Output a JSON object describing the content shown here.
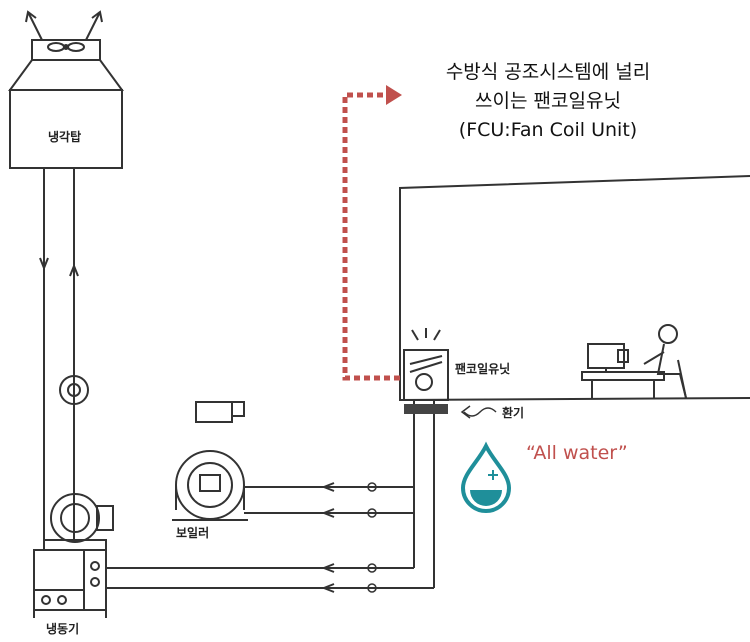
{
  "labels": {
    "cooling_tower": "냉각탑",
    "chiller": "냉동기",
    "boiler": "보일러",
    "fcu": "팬코일유닛",
    "ventilation": "환기"
  },
  "callout": {
    "line1": "수방식 공조시스템에 널리",
    "line2": "쓰이는 팬코일유닛",
    "line3": "(FCU:Fan Coil Unit)"
  },
  "water_label": "“All water”",
  "colors": {
    "callout_arrow": "#c0504d",
    "water_label": "#c0504d",
    "water_drop": "#1f8f9a",
    "line": "#333333"
  },
  "icons": [
    "fan-icon",
    "water-drop-icon",
    "person-icon",
    "computer-icon",
    "pump-icon",
    "valve-icon",
    "arrow-icon"
  ]
}
